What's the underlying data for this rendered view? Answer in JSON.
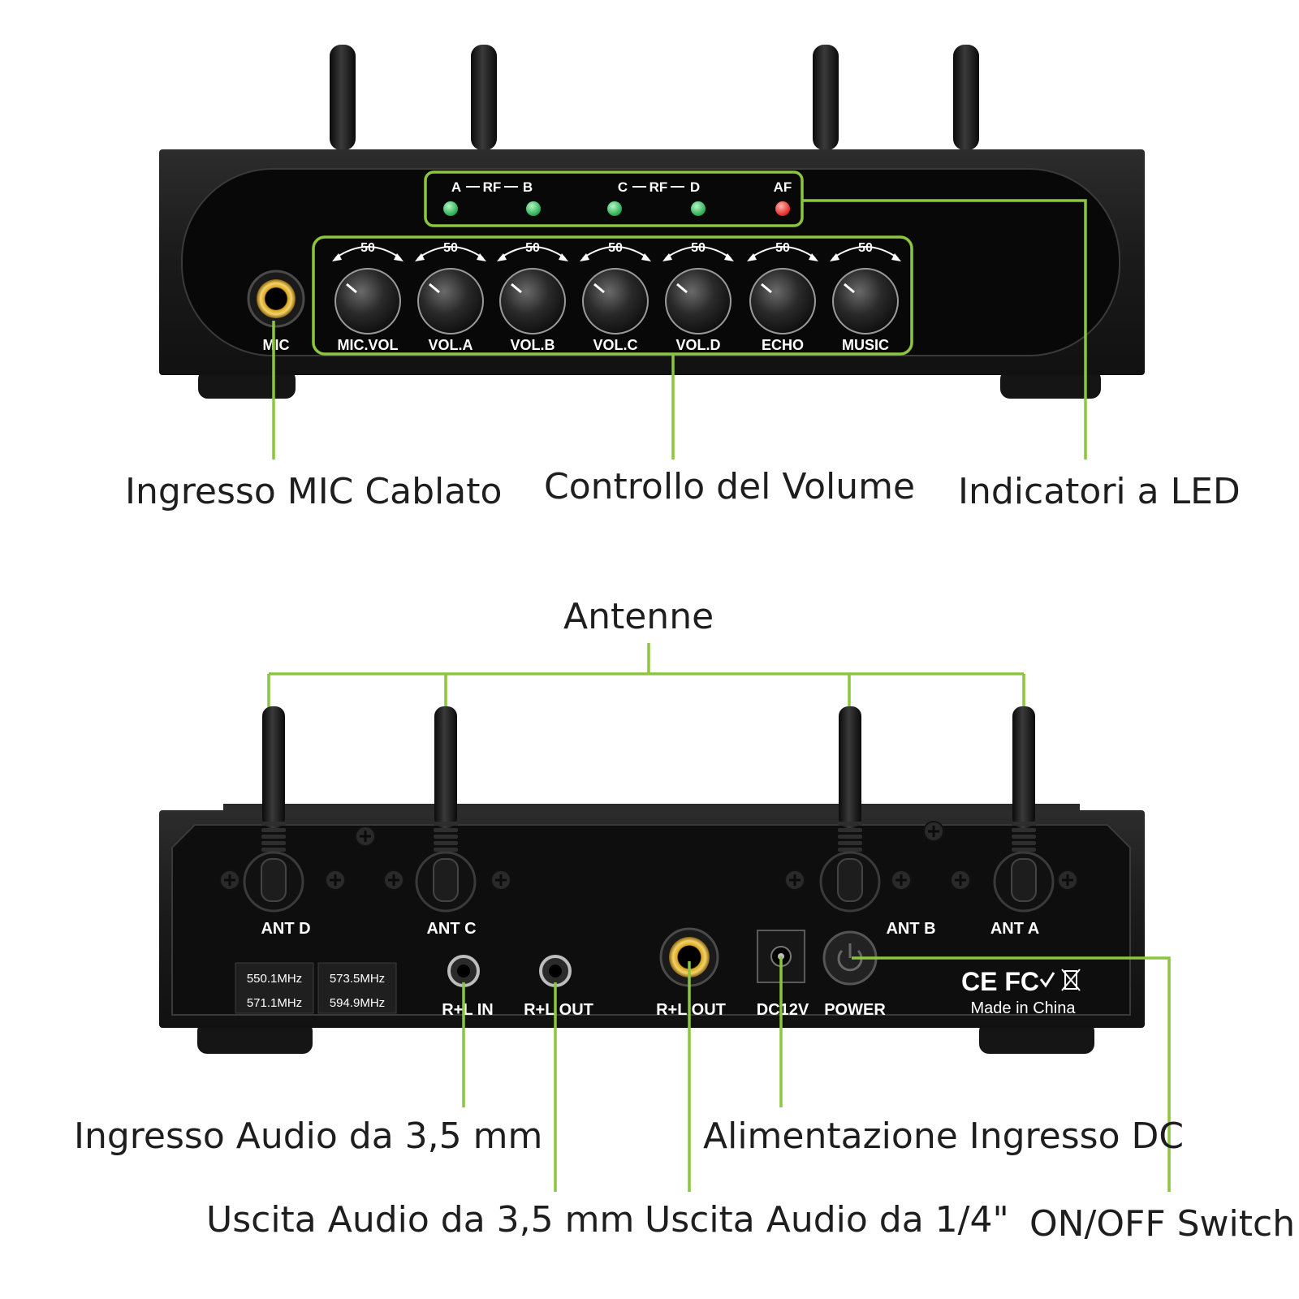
{
  "front_panel": {
    "led_groups": {
      "rf_ab": {
        "left": "A",
        "middle": "RF",
        "right": "B"
      },
      "rf_cd": {
        "left": "C",
        "middle": "RF",
        "right": "D"
      },
      "af": "AF"
    },
    "leds": [
      {
        "color": "#1fa64a"
      },
      {
        "color": "#1fa64a"
      },
      {
        "color": "#1fa64a"
      },
      {
        "color": "#1fa64a"
      },
      {
        "color": "#e0201c"
      }
    ],
    "knobs": [
      {
        "label": "MIC.VOL",
        "scale": "50"
      },
      {
        "label": "VOL.A",
        "scale": "50"
      },
      {
        "label": "VOL.B",
        "scale": "50"
      },
      {
        "label": "VOL.C",
        "scale": "50"
      },
      {
        "label": "VOL.D",
        "scale": "50"
      },
      {
        "label": "ECHO",
        "scale": "50"
      },
      {
        "label": "MUSIC",
        "scale": "50"
      }
    ],
    "mic_jack_label": "MIC"
  },
  "back_panel": {
    "antennas": [
      {
        "label": "ANT D"
      },
      {
        "label": "ANT C"
      },
      {
        "label": "ANT B"
      },
      {
        "label": "ANT A"
      }
    ],
    "frequencies": [
      "550.1MHz",
      "573.5MHz",
      "571.1MHz",
      "594.9MHz"
    ],
    "jacks": {
      "rl_in": "R+L IN",
      "rl_out_small": "R+L OUT",
      "rl_out_large": "R+L OUT",
      "dc": "DC12V",
      "power": "POWER"
    },
    "certification": {
      "marks": "CE FC",
      "origin": "Made in China"
    }
  },
  "callouts": {
    "mic_input": "Ingresso MIC Cablato",
    "volume_control": "Controllo del Volume",
    "led_indicators": "Indicatori a LED",
    "antennas": "Antenne",
    "audio_in_35": "Ingresso Audio da 3,5 mm",
    "dc_power": "Alimentazione Ingresso DC",
    "audio_out_35": "Uscita Audio da 3,5 mm",
    "audio_out_14": "Uscita Audio da 1/4\"",
    "on_off": "ON/OFF Switch"
  },
  "colors": {
    "accent": "#8cc63f",
    "device_body": "#1c1c1c",
    "panel": "#0b0b0b",
    "label_text": "#ffffff",
    "callout_text": "#1e1e1e"
  }
}
